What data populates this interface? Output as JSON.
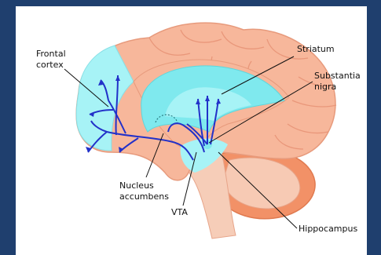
{
  "labels": {
    "frontal_cortex": [
      "Frontal",
      "cortex"
    ],
    "striatum": "Striatum",
    "substantia_nigra": [
      "Substantia",
      "nigra"
    ],
    "nucleus_accumbens": [
      "Nucleus",
      "accumbens"
    ],
    "vta": "VTA",
    "hippocampus": "Hippocampus"
  },
  "colors": {
    "background": "#1f3f6e",
    "brain": "#f7b79b",
    "brain_outline": "#e79a7c",
    "highlight": "#a7f3f6",
    "striatum": "#7fe9ee",
    "pathway": "#2231c9",
    "cerebellum": "#f29167",
    "brainstem": "#f6cdb8"
  }
}
